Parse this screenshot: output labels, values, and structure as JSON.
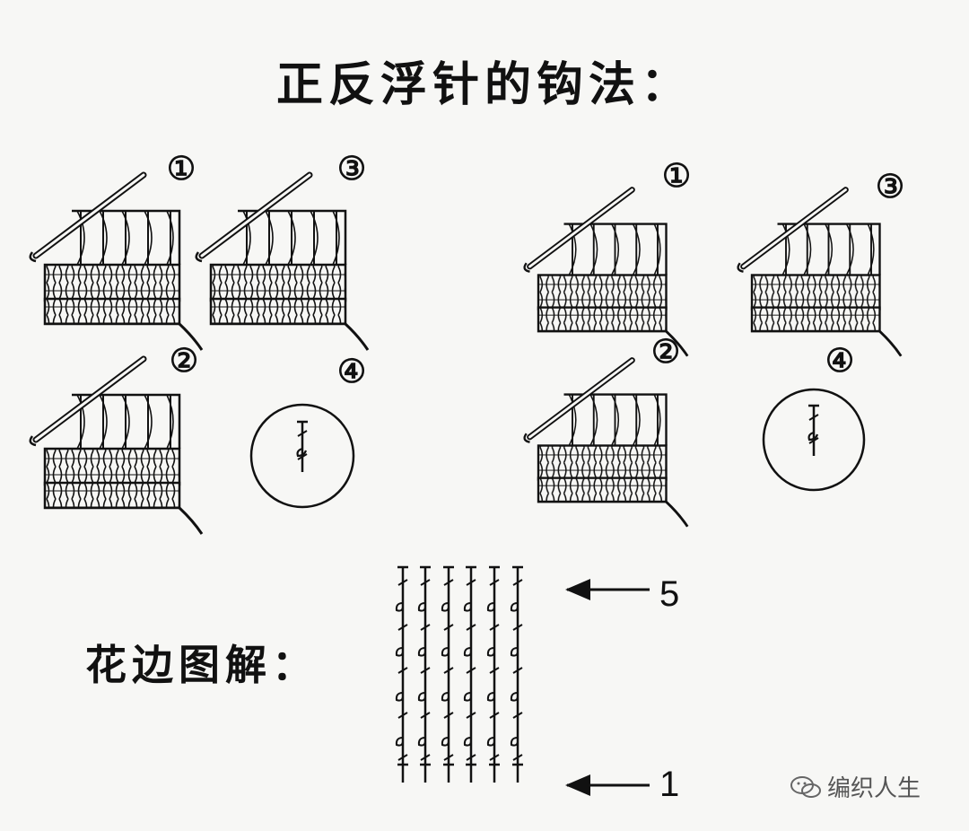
{
  "title": "正反浮针的钩法：",
  "pattern_label": "花边图解：",
  "steps": [
    "①",
    "②",
    "③",
    "④"
  ],
  "row_labels": {
    "top": "5",
    "bottom": "1"
  },
  "watermark": {
    "text": "编织人生",
    "icon": "wechat-icon"
  }
}
